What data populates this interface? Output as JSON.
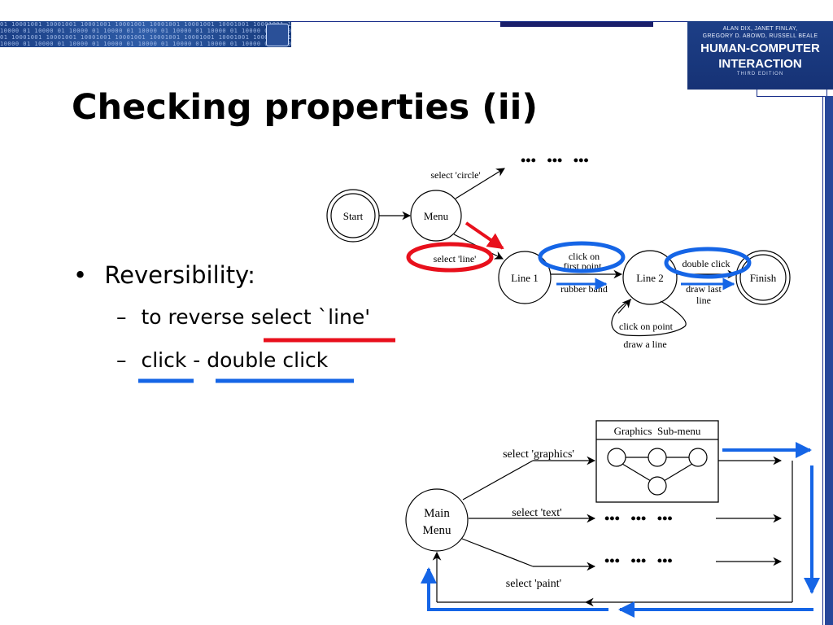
{
  "header": {
    "binary_rows": [
      "01 10001001 10001001 10001001 10001001 10001001 10001001 10001001 10001001 10001001 10001001 100",
      "10000 01 10000 01 10000 01 10000 01 10000 01 10000 01 10000 01 10000 01 10000 01 10000 01 10000",
      "01 10001001 10001001 10001001 10001001 10001001 10001001 10001001 10001001 10001001 10001001 100",
      "10000 01 10000 01 10000 01 10000 01 10000 01 10000 01 10000 01 10000 01 10000 01 10000 01 10000"
    ],
    "book": {
      "authors_line1": "ALAN DIX, JANET FINLAY,",
      "authors_line2": "GREGORY D. ABOWD, RUSSELL BEALE",
      "title_line1": "HUMAN-COMPUTER",
      "title_line2": "INTERACTION",
      "edition": "THIRD EDITION"
    }
  },
  "slide": {
    "title": "Checking properties (ii)",
    "bullet_marker": "•",
    "bullet": "Reversibility:",
    "dash": "–",
    "sub1": {
      "text_before": "to reverse ",
      "highlight": "select `line'"
    },
    "sub2": {
      "part1": "click",
      "separator": " - ",
      "part2": "double click"
    }
  },
  "colors": {
    "red": "#e8101c",
    "blue": "#1565e6",
    "ink": "#000000"
  },
  "diagram_top": {
    "states": {
      "start": "Start",
      "menu": "Menu",
      "line1": "Line 1",
      "line2": "Line 2",
      "finish": "Finish"
    },
    "labels": {
      "select_circle": "select 'circle'",
      "select_line": "select 'line'",
      "click_on_first_point_1": "click on",
      "click_on_first_point_2": "first point",
      "rubber_band": "rubber band",
      "double_click": "double click",
      "draw_last_line_1": "draw last",
      "draw_last_line_2": "line",
      "click_on_point": "click on point",
      "draw_a_line": "draw a line",
      "ellipsis": "•••   •••   •••"
    }
  },
  "diagram_bottom": {
    "main_menu_1": "Main",
    "main_menu_2": "Menu",
    "submenu_title": "Graphics  Sub-menu",
    "select_graphics": "select 'graphics'",
    "select_text": "select 'text'",
    "select_paint": "select 'paint'",
    "ellipsis": "•••   •••   •••"
  }
}
